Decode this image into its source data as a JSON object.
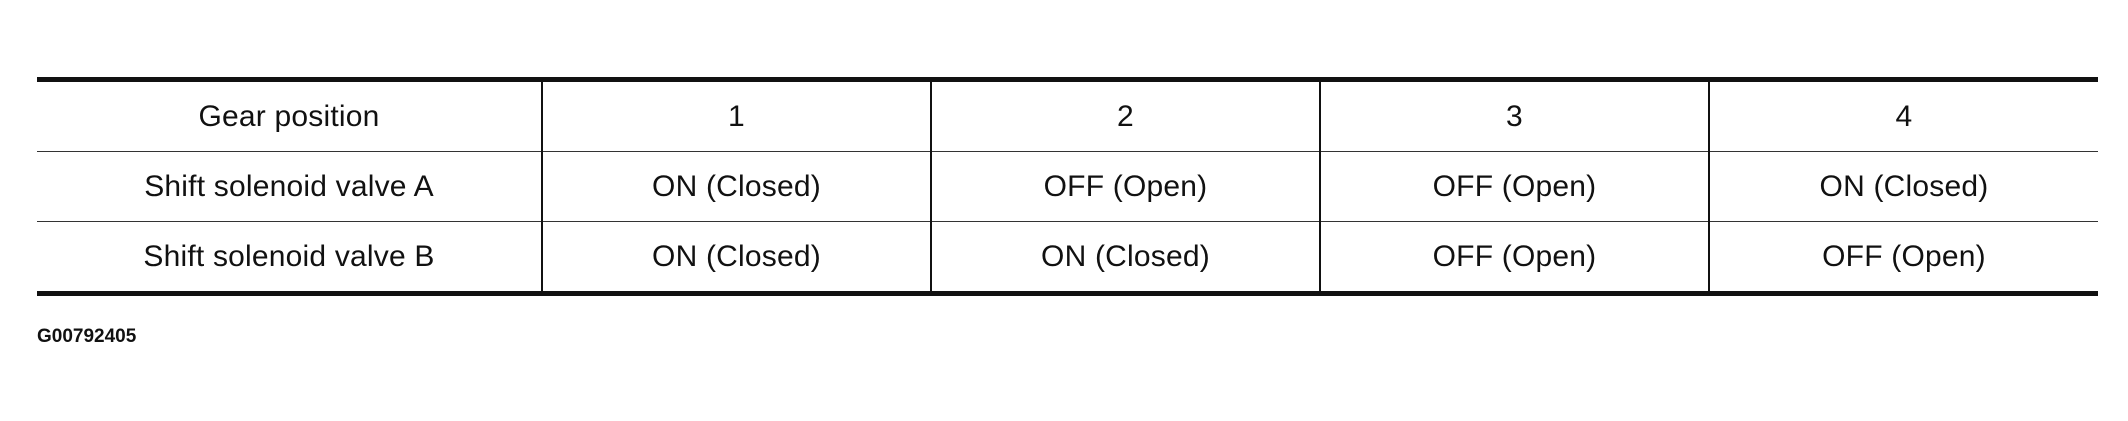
{
  "table": {
    "header": {
      "label": "Gear position",
      "columns": [
        "1",
        "2",
        "3",
        "4"
      ]
    },
    "rows": [
      {
        "label": "Shift solenoid valve A",
        "cells": [
          "ON (Closed)",
          "OFF (Open)",
          "OFF (Open)",
          "ON (Closed)"
        ]
      },
      {
        "label": "Shift solenoid valve B",
        "cells": [
          "ON (Closed)",
          "ON (Closed)",
          "OFF (Open)",
          "OFF (Open)"
        ]
      }
    ]
  },
  "figure_code": "G00792405"
}
